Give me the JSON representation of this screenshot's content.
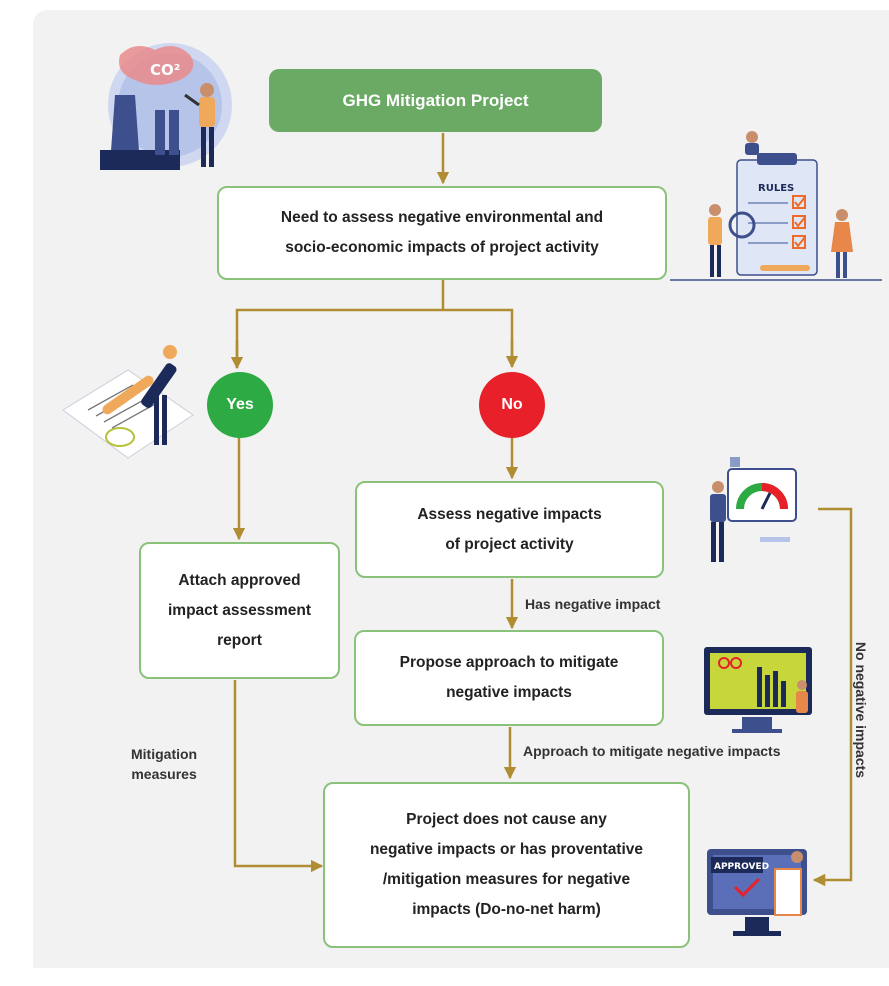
{
  "diagram": {
    "start": "GHG Mitigation Project",
    "assess_need": [
      "Need to assess negative environmental and",
      "socio-economic impacts of project activity"
    ],
    "yes": "Yes",
    "no": "No",
    "attach_report": [
      "Attach approved",
      "impact assessment",
      "report"
    ],
    "assess_impacts": [
      "Assess negative impacts",
      "of project activity"
    ],
    "propose": [
      "Propose approach to mitigate",
      "negative impacts"
    ],
    "final": [
      "Project does not cause any",
      "negative impacts or has proventative",
      "/mitigation measures for negative",
      "impacts (Do-no-net harm)"
    ],
    "labels": {
      "has_negative": "Has negative impact",
      "approach": "Approach to mitigate negative impacts",
      "mitigation": [
        "Mitigation",
        "measures"
      ],
      "no_negative": "No negative impacts"
    },
    "illustrations": {
      "co2_badge": "CO²",
      "rules_title": "RULES",
      "approved_stamp": "APPROVED"
    }
  },
  "colors": {
    "panel": "#f2f2f2",
    "start_fill": "#6aaa64",
    "node_border": "#8ac27a",
    "arrow": "#b08d32",
    "yes": "#2eaa44",
    "no": "#e8202a"
  }
}
